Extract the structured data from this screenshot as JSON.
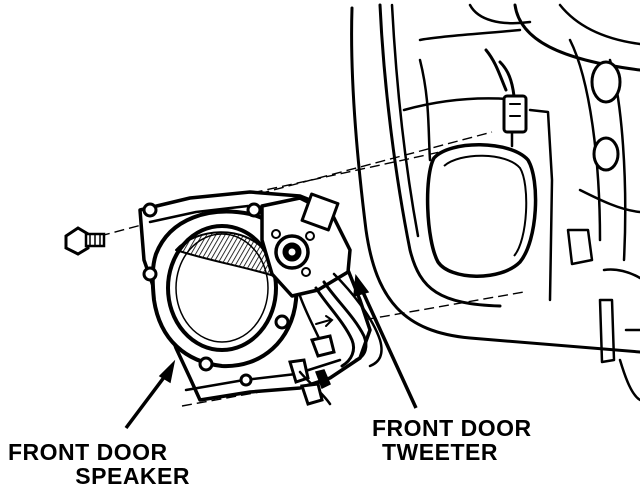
{
  "labels": {
    "speaker": {
      "line1": "FRONT DOOR",
      "line2": "SPEAKER"
    },
    "tweeter": {
      "line1": "FRONT DOOR",
      "line2": "TWEETER"
    }
  },
  "colors": {
    "ink": "#000000",
    "paper": "#ffffff",
    "mesh": "#555555"
  }
}
